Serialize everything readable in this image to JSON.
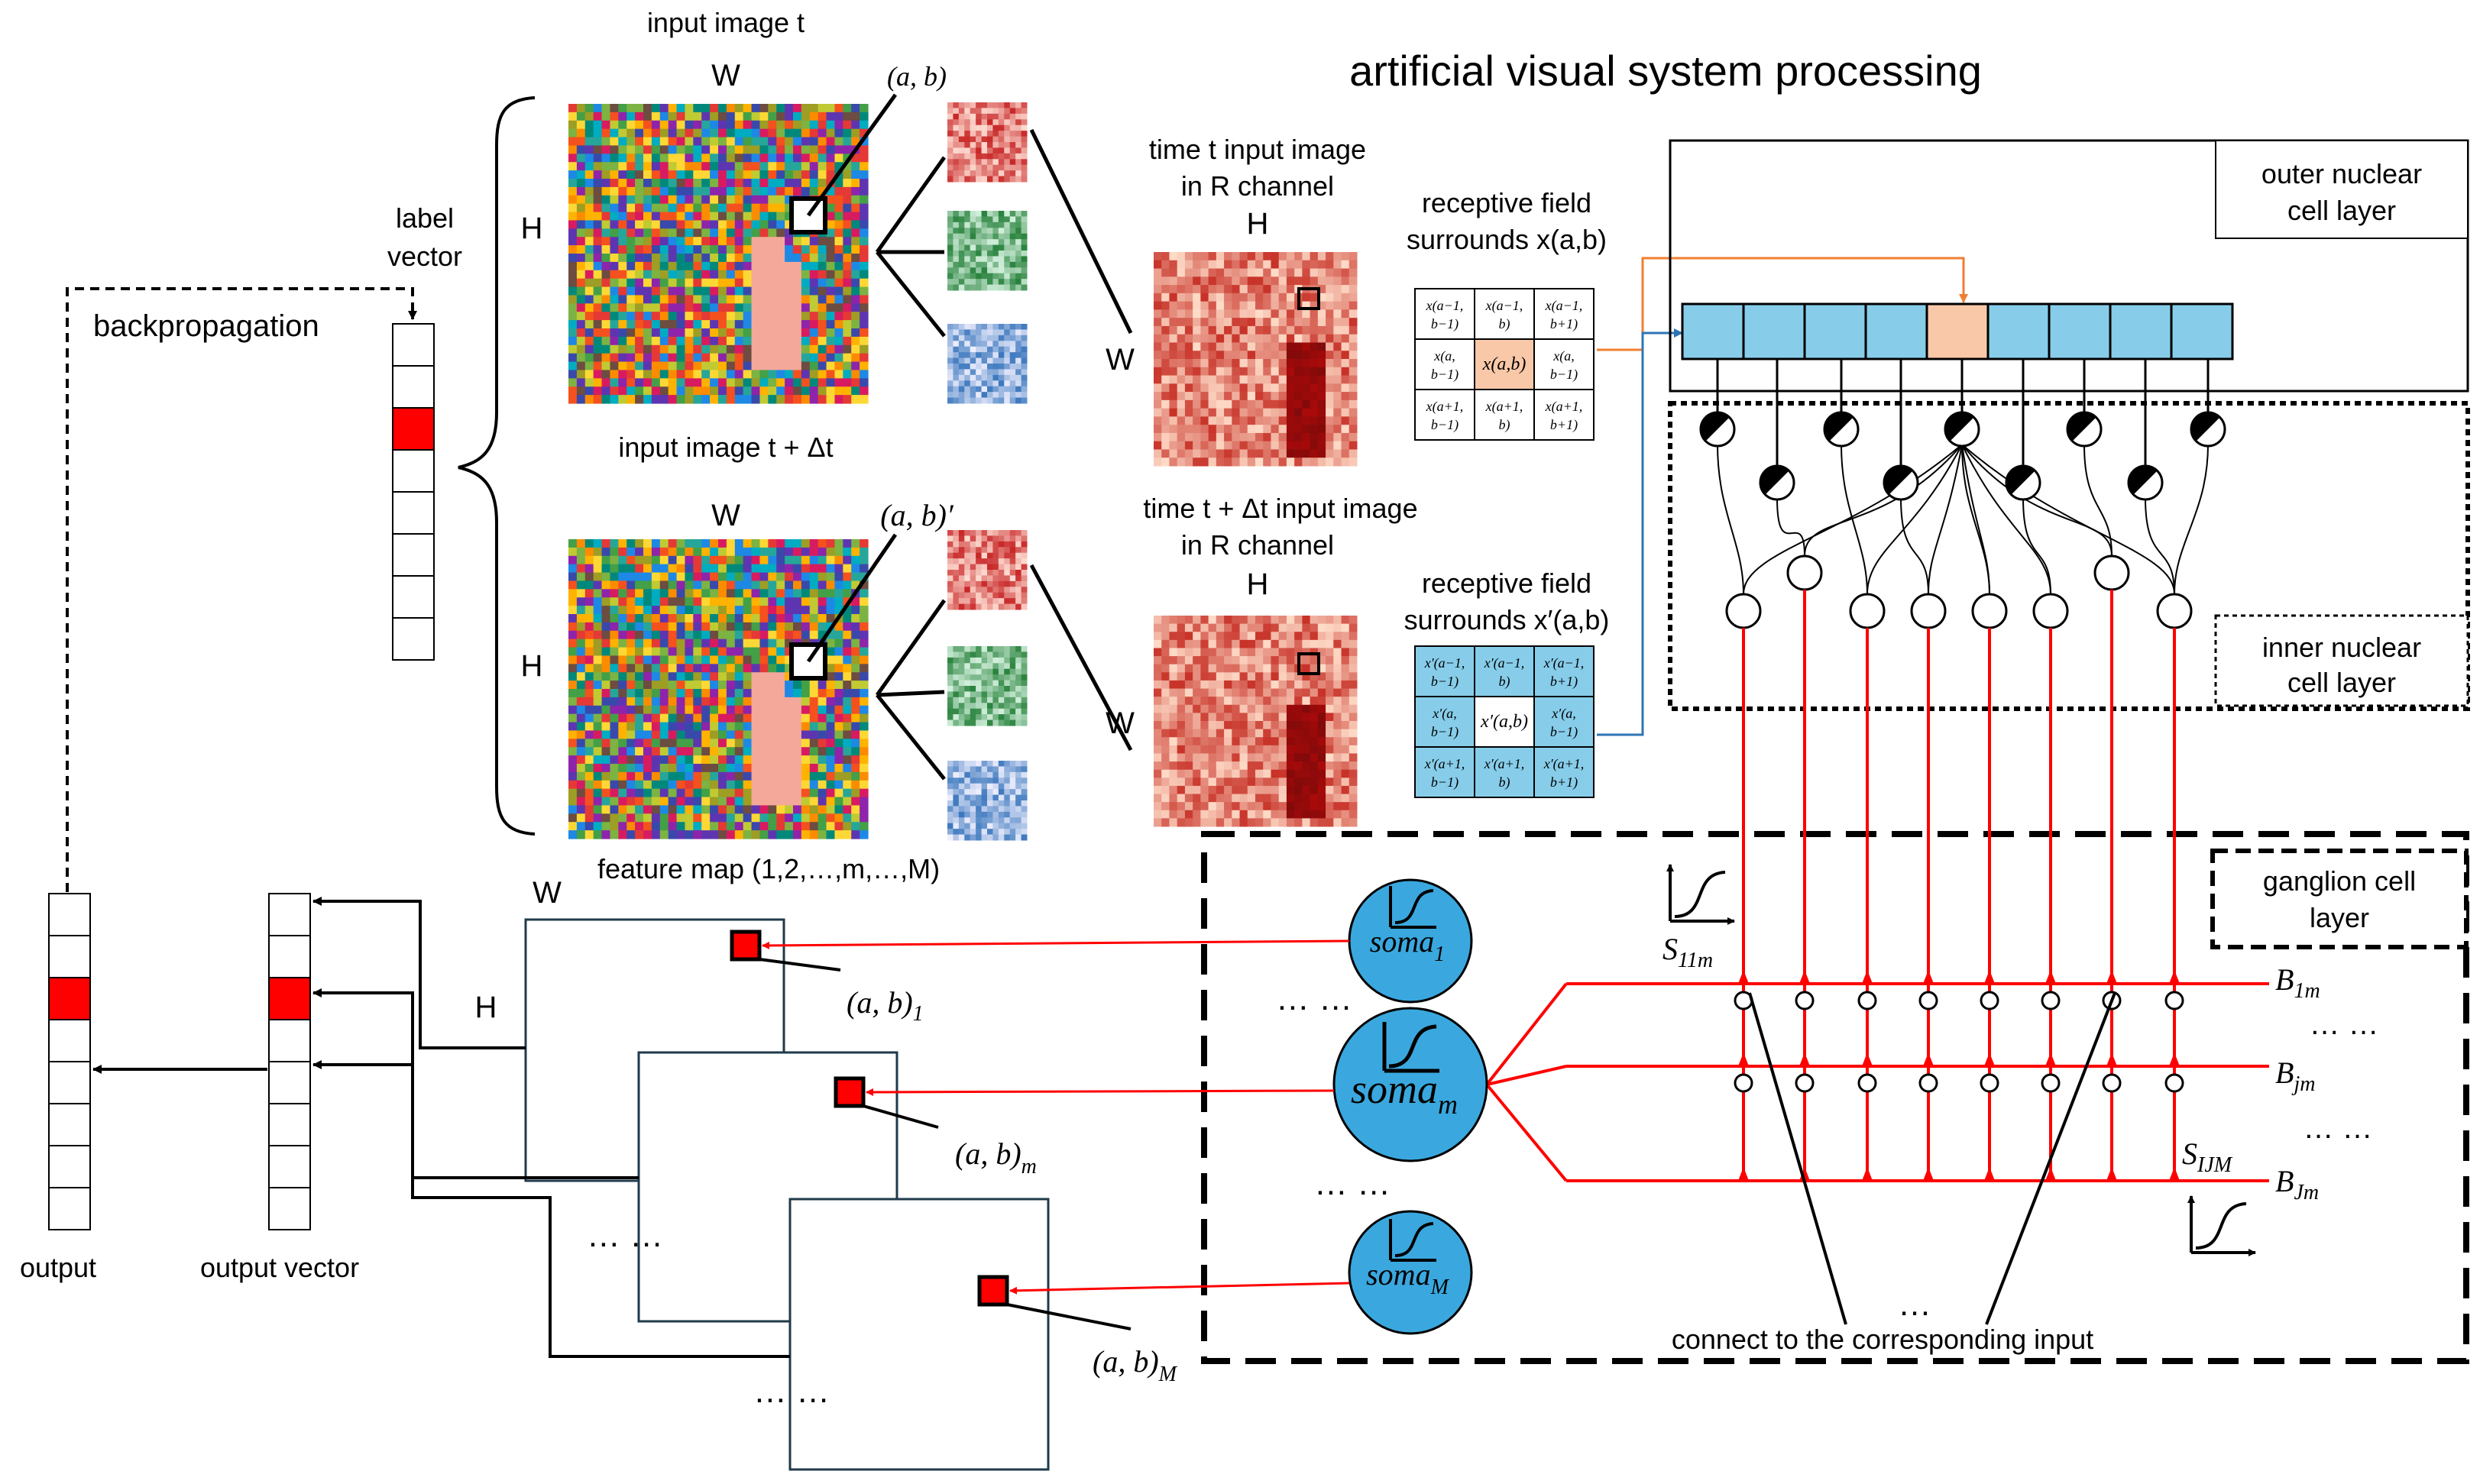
{
  "title": "artificial visual system processing",
  "input_t": {
    "title": "input image t",
    "w": "W",
    "h": "H",
    "point": "(a, b)"
  },
  "input_dt": {
    "title": "input image t + Δt",
    "w": "W",
    "h": "H",
    "point": "(a, b)′"
  },
  "label_vector": {
    "label_line1": "label",
    "label_line2": "vector",
    "highlight_index": 2
  },
  "backprop_label": "backpropagation",
  "r_channel_t": {
    "title_line1": "time t input image",
    "title_line2": "in R channel",
    "h": "H",
    "w": "W"
  },
  "r_channel_dt": {
    "title_line1": "time t + Δt input image",
    "title_line2": "in R channel",
    "h": "H",
    "w": "W"
  },
  "rf_t": {
    "title_line1": "receptive field",
    "title_line2": "surrounds x(a,b)",
    "cells": [
      [
        "x(a−1, b−1)",
        "x(a−1, b)",
        "x(a−1, b+1)"
      ],
      [
        "x(a, b−1)",
        "x(a,b)",
        "x(a, b−1)"
      ],
      [
        "x(a+1, b−1)",
        "x(a+1, b)",
        "x(a+1, b+1)"
      ]
    ]
  },
  "rf_dt": {
    "title_line1": "receptive field",
    "title_line2": "surrounds x′(a,b)",
    "cells": [
      [
        "x′(a−1, b−1)",
        "x′(a−1, b)",
        "x′(a−1, b+1)"
      ],
      [
        "x′(a, b−1)",
        "x′(a,b)",
        "x′(a, b−1)"
      ],
      [
        "x′(a+1, b−1)",
        "x′(a+1, b)",
        "x′(a+1, b+1)"
      ]
    ]
  },
  "layers": {
    "outer": "outer nuclear cell layer",
    "outer_line1": "outer nuclear",
    "outer_line2": "cell layer",
    "inner_line1": "inner nuclear",
    "inner_line2": "cell layer",
    "ganglion_line1": "ganglion cell",
    "ganglion_line2": "layer"
  },
  "soma": {
    "soma1": "soma",
    "soma1_sub": "1",
    "somam": "soma",
    "somam_sub": "m",
    "somaM": "soma",
    "somaM_sub": "M",
    "dots1": "… …",
    "dots2": "… …"
  },
  "ganglion": {
    "s11m": "S",
    "s11m_sub": "11m",
    "sijm": "S",
    "sijm_sub": "IJM",
    "b1m": "B",
    "b1m_sub": "1m",
    "bjm": "B",
    "bjm_sub": "jm",
    "bJm": "B",
    "bJm_sub": "Jm",
    "dots_a": "… …",
    "dots_b": "… …",
    "dots_c": "…",
    "connect_label": "connect to the corresponding input"
  },
  "feature_map": {
    "title": "feature map (1,2,…,m,…,M)",
    "w": "W",
    "h": "H",
    "ab1": "(a, b)",
    "ab1_sub": "1",
    "abm": "(a, b)",
    "abm_sub": "m",
    "abM": "(a, b)",
    "abM_sub": "M",
    "dots_mid": "… …",
    "dots_bottom": "… …"
  },
  "output": {
    "label": "output",
    "highlight_index": 2
  },
  "output_vector": {
    "label": "output vector",
    "highlight_index": 2
  },
  "colors": {
    "red": "#ff0000",
    "blue_cell": "#87cdea",
    "highlight_cell": "#f8c8a8",
    "soma": "#3aa8df",
    "orange_line": "#f07f32",
    "blue_line": "#2e74b5"
  }
}
